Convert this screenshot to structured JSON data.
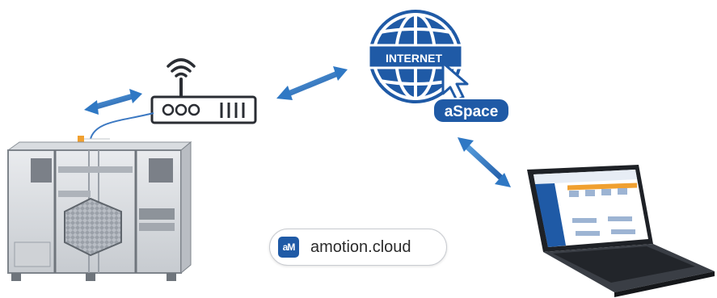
{
  "internet_globe": {
    "label": "INTERNET",
    "sublabel": "aSpace",
    "colors": {
      "brand_blue": "#1f5aa6",
      "light_blue": "#2b7cc9"
    }
  },
  "cloud_badge": {
    "logo_text": "aM",
    "text": "amotion.cloud"
  },
  "icons": [
    "wifi-icon",
    "router-icon",
    "globe-icon",
    "cursor-icon",
    "laptop-icon",
    "ventilation-unit",
    "double-arrow-icon"
  ],
  "colors": {
    "arrow_blue": "#2f78c4",
    "device_gray": "#5a5f66"
  }
}
